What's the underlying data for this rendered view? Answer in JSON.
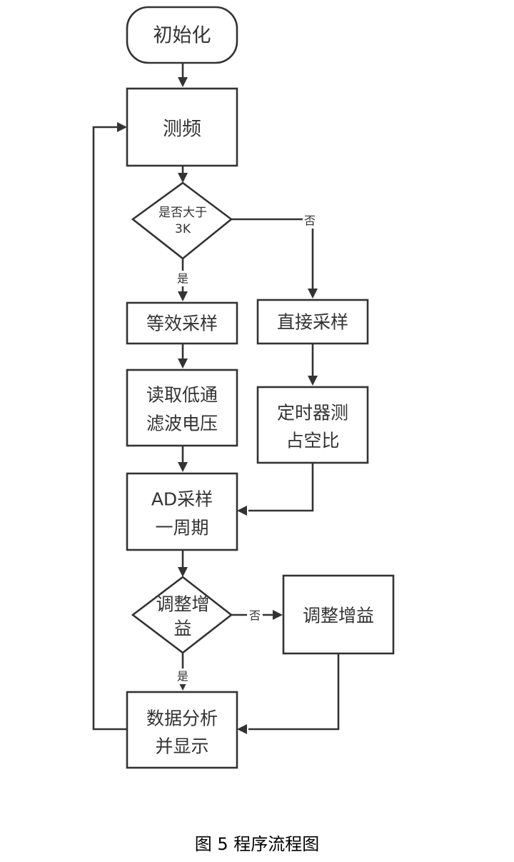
{
  "diagram": {
    "start": "初始化",
    "measure_freq": "测频",
    "decision_3k": [
      "是否大于",
      "3K"
    ],
    "yes": "是",
    "no": "否",
    "equiv_sampling": "等效采样",
    "direct_sampling": "直接采样",
    "read_lowpass": [
      "读取低通",
      "滤波电压"
    ],
    "timer_duty": [
      "定时器测",
      "占空比"
    ],
    "ad_sampling": [
      "AD采样",
      "一周期"
    ],
    "decision_gain": [
      "调整增",
      "益"
    ],
    "adjust_gain": "调整增益",
    "analyze_display": [
      "数据分析",
      "并显示"
    ]
  },
  "caption": "图 5 程序流程图",
  "colors": {
    "stroke": "#333333",
    "text": "#333333",
    "background": "#ffffff"
  }
}
